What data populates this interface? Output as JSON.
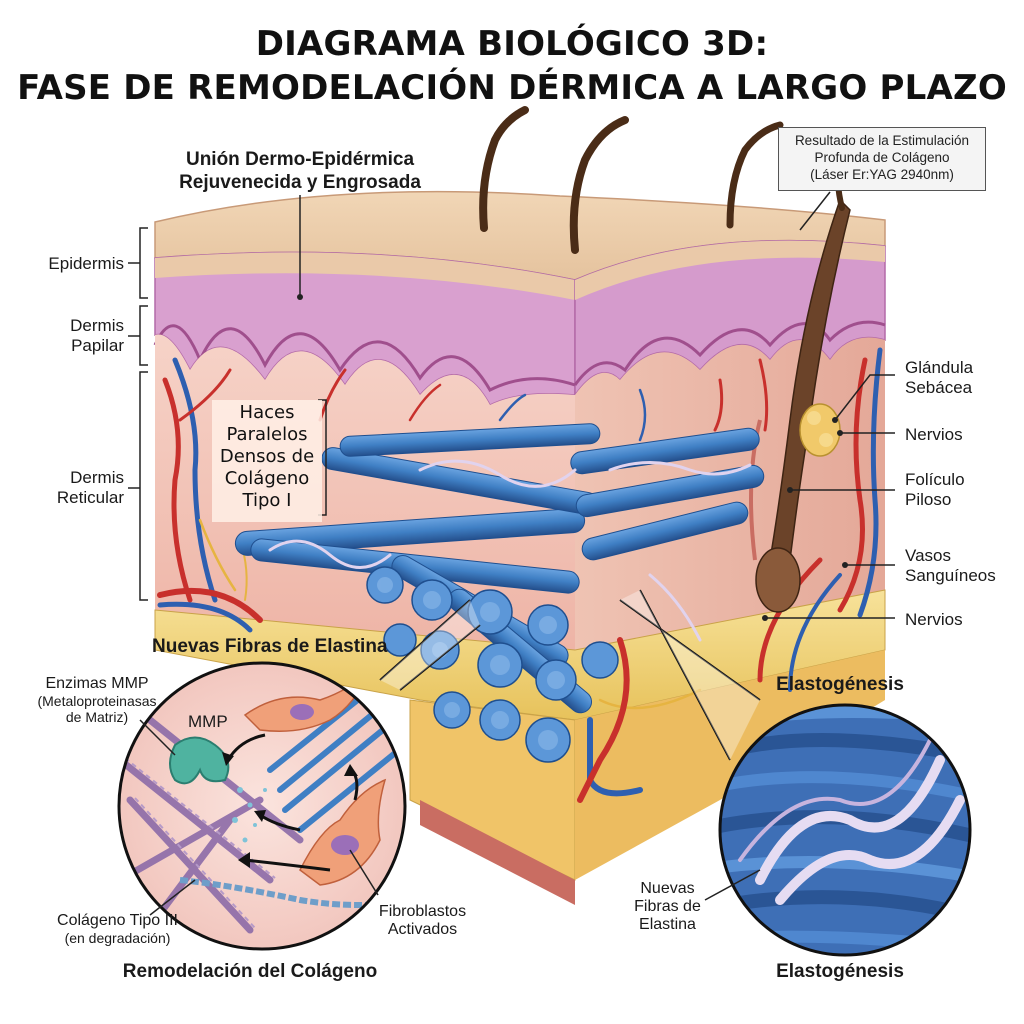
{
  "title_line1": "DIAGRAMA BIOLÓGICO 3D:",
  "title_line2": "FASE DE REMODELACIÓN DÉRMICA A LARGO PLAZO",
  "note_box": {
    "line1": "Resultado de la Estimulación",
    "line2": "Profunda de Colágeno",
    "line3": "(Láser Er:YAG 2940nm)"
  },
  "labels": {
    "union_line1": "Unión Dermo-Epidérmica",
    "union_line2": "Rejuvenecida y Engrosada",
    "epidermis": "Epidermis",
    "dermis_papilar_1": "Dermis",
    "dermis_papilar_2": "Papilar",
    "dermis_reticular_1": "Dermis",
    "dermis_reticular_2": "Reticular",
    "haces_1": "Haces",
    "haces_2": "Paralelos",
    "haces_3": "Densos de",
    "haces_4": "Colágeno",
    "haces_5": "Tipo I",
    "glandula_1": "Glándula",
    "glandula_2": "Sebácea",
    "nervios_1": "Nervios",
    "foliculo_1": "Folículo",
    "foliculo_2": "Piloso",
    "vasos_1": "Vasos",
    "vasos_2": "Sanguíneos",
    "nervios_2": "Nervios",
    "nuevas_fibras_top": "Nuevas Fibras de Elastina",
    "enzimas_1": "Enzimas MMP",
    "enzimas_2": "(Metaloproteinasas",
    "enzimas_3": "de Matriz)",
    "mmp": "MMP",
    "colageno3_1": "Colágeno Tipo III",
    "colageno3_2": "(en degradación)",
    "fibroblastos_1": "Fibroblastos",
    "fibroblastos_2": "Activados",
    "remodelacion": "Remodelación del Colágeno",
    "elastogenesis_top": "Elastogénesis",
    "nuevas_fibras_1": "Nuevas",
    "nuevas_fibras_2": "Fibras de",
    "nuevas_fibras_3": "Elastina",
    "elastogenesis_bottom": "Elastogénesis"
  },
  "colors": {
    "epidermis": "#e9c9a8",
    "epidermis_pink": "#d79ad0",
    "dermis": "#f4c7bd",
    "collagen": "#3f7fc4",
    "collagen_dark": "#1f4f8f",
    "fat": "#f2d675",
    "vessel_red": "#c8302c",
    "vessel_blue": "#2e5fb0",
    "hair": "#5b3a22",
    "elastin": "#d9c8e8"
  }
}
